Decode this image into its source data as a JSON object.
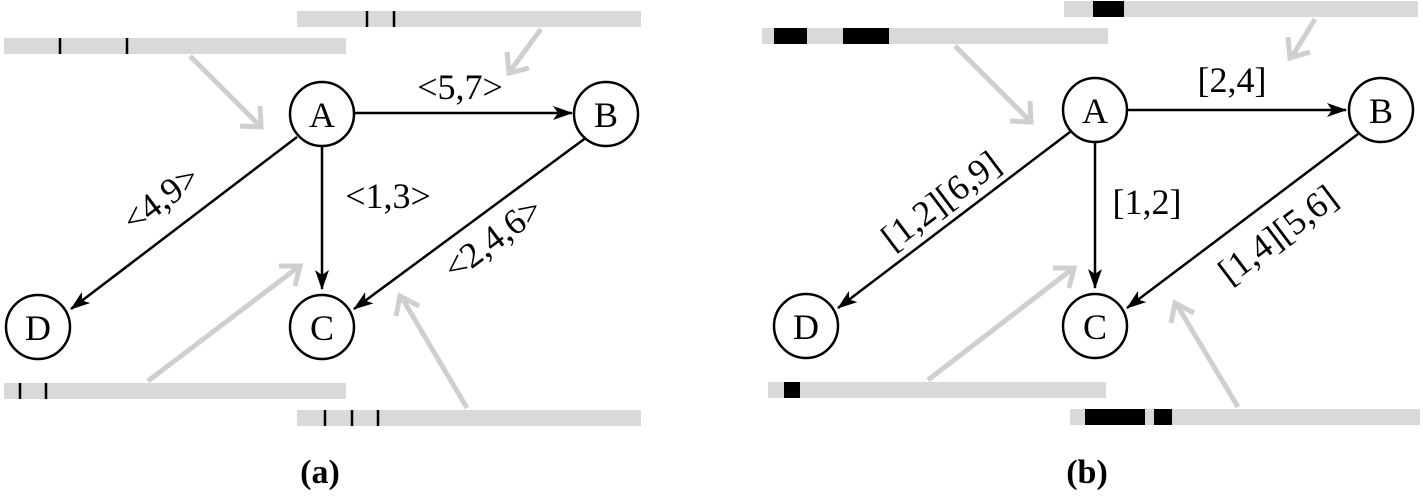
{
  "panels": {
    "a": {
      "caption": "(a)",
      "nodes": {
        "A": "A",
        "B": "B",
        "C": "C",
        "D": "D"
      },
      "edges": {
        "ab": "<5,7>",
        "ac": "<1,3>",
        "ad": "<4,9>",
        "bc": "<2,4,6>"
      }
    },
    "b": {
      "caption": "(b)",
      "nodes": {
        "A": "A",
        "B": "B",
        "C": "C",
        "D": "D"
      },
      "edges": {
        "ab": "[2,4]",
        "ac": "[1,2]",
        "ad": "[1,2][6,9]",
        "bc": "[1,4][5,6]"
      }
    }
  },
  "colors": {
    "timeline": "#d9d9d9",
    "pointer": "#cfcfcf",
    "ink": "#000000"
  }
}
